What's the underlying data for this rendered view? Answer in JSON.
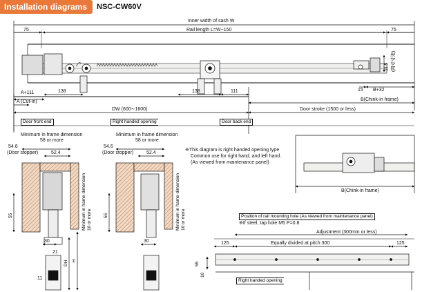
{
  "header": {
    "title": "Installation diagrams",
    "model": "NSC-CW60V"
  },
  "dims": {
    "inner_width": "Inner width of sash W",
    "rail_length": "Rail length  L=W−150",
    "left_75": "75",
    "right_75": "75",
    "d138_left": "138",
    "d138_mid": "138",
    "d111": "111",
    "a111": "A+111",
    "a_cutin": "A (Cut-in)",
    "dw": "DW (600∼1600)",
    "door_stroke": "Door stroke (1500 or less)",
    "b_chink_top": "B(Chink-in frame)",
    "d15": "15",
    "b32": "B+32",
    "d115": "11.5",
    "inner_dim": "(内寸寸法)",
    "b_chink_detail": "B(Chink-in frame)"
  },
  "tags": {
    "door_front_end": "Door front end",
    "right_handed_opening": "Right handed opening",
    "door_back_end": "Door back end",
    "right_handed_opening_bottom": "Right handed opening"
  },
  "section_left": {
    "min_frame": "Minimum in frame dimension",
    "d58": "58 or more",
    "d546": "54.6",
    "door_stopper": "(Door stopper)",
    "d524": "52.4",
    "d55": "55",
    "d30": "30",
    "d21": "21",
    "d11": "11",
    "dh": "DH",
    "h": "H",
    "min_frame_v": "Minimum in frame dimension",
    "d10": "10 or more"
  },
  "section_right": {
    "min_frame": "Minimum in frame dimension",
    "d58": "58 or more",
    "d546": "54.6",
    "door_stopper": "(Door stopper)",
    "d524": "52.4",
    "d55": "55",
    "d30": "30",
    "min_frame_v": "Minimum in frame dimension",
    "d10": "10 or more"
  },
  "notes": {
    "line1": "※This diagram is right handed opening type",
    "line2": "Common use for right hand, and left hand.",
    "line3": "(As viewed from maintenance panel)"
  },
  "mounting": {
    "title": "Position of rail mounting hole (As viewed from maintenance panel)",
    "steel_note": "※If steel, tap hole M5 P=0.8",
    "adjustment": "Adjustment (300mm or less)",
    "d125_left": "125",
    "d125_right": "125",
    "pitch": "Equally divided at pitch 300",
    "d55": "55",
    "d10": "10"
  }
}
